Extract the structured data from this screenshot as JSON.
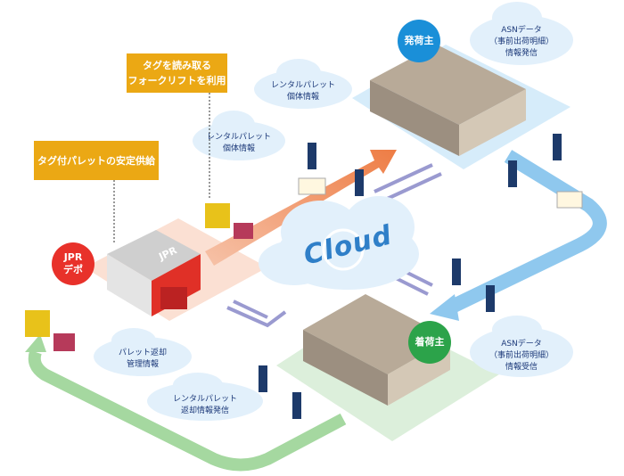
{
  "labels": {
    "stable_supply": "タグ付パレットの安定供給",
    "forklift_line1": "タグを読み取る",
    "forklift_line2": "フォークリフトを利用",
    "rental_info_a_line1": "レンタルパレット",
    "rental_info_a_line2": "個体情報",
    "rental_info_b_line1": "レンタルパレット",
    "rental_info_b_line2": "個体情報",
    "asn_send_line1": "ASNデータ",
    "asn_send_line2": "（事前出荷明細）",
    "asn_send_line3": "情報発信",
    "asn_recv_line1": "ASNデータ",
    "asn_recv_line2": "（事前出荷明細）",
    "asn_recv_line3": "情報受信",
    "return_mgmt_line1": "パレット返却",
    "return_mgmt_line2": "管理情報",
    "return_send_line1": "レンタルパレット",
    "return_send_line2": "返却情報発信",
    "cloud": "Cloud",
    "depot_line1": "JPR",
    "depot_line2": "デポ",
    "depot_sign": "JPR",
    "shipper": "発荷主",
    "receiver": "着荷主"
  },
  "colors": {
    "orange_box": "#eba814",
    "depot_red": "#e8312a",
    "shipper_blue": "#1a8fd8",
    "receiver_green": "#2ca34a",
    "outbound_arrow": "#ef8a55",
    "shipper_arrow": "#8fc8ee",
    "return_arrow": "#9fd39a",
    "sync_arrow": "#9a9ad0",
    "cloud_text": "#1d3a7a"
  }
}
